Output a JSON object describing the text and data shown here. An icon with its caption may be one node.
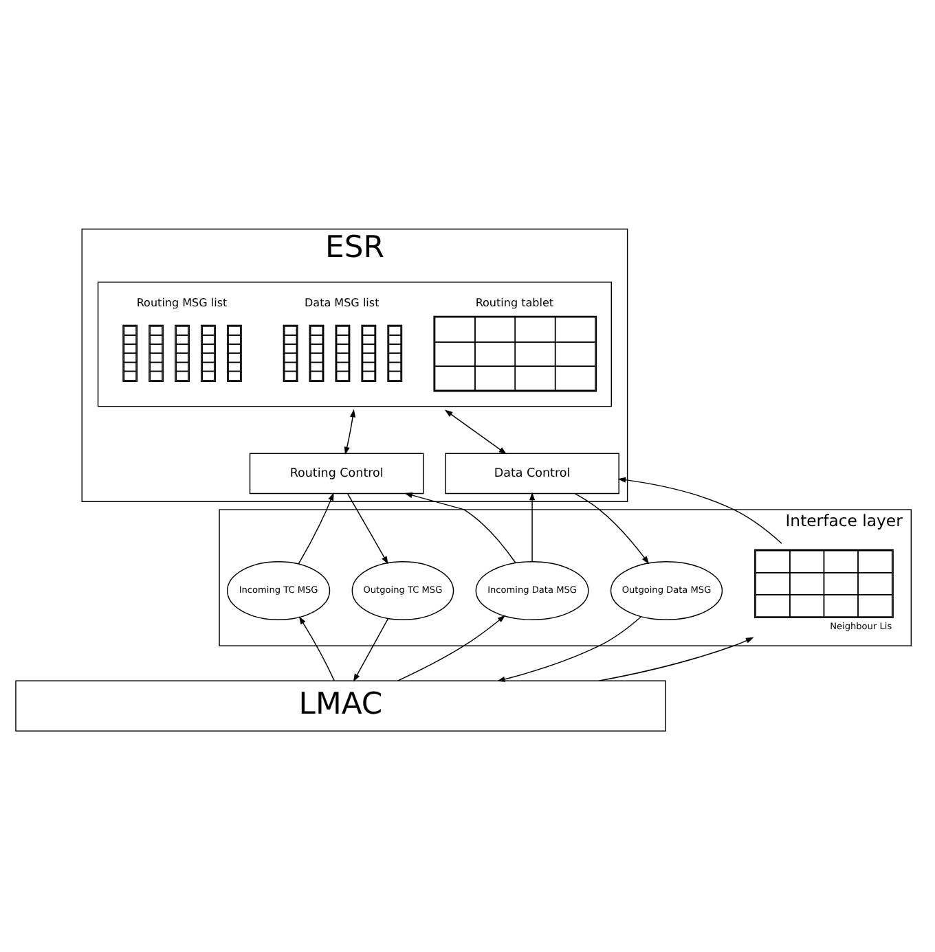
{
  "diagram": {
    "nodes": [
      {
        "text": [
          "ESR"
        ]
      },
      {
        "text": [
          "Routing MSG list",
          "Data MSG list",
          "Routing tablet"
        ],
        "in": 0
      },
      {
        "text": [
          "Routing Control"
        ],
        "in": 0
      },
      {
        "text": [
          "Data Control"
        ],
        "in": 0
      },
      {
        "text": [
          "Interface layer"
        ]
      },
      {
        "text": [
          "Incoming TC MSG"
        ],
        "in": 4
      },
      {
        "text": [
          "Outgoing TC MSG"
        ],
        "in": 4
      },
      {
        "text": [
          "Incoming Data MSG"
        ],
        "in": 4
      },
      {
        "text": [
          "Outgoing Data MSG"
        ],
        "in": 4
      },
      {
        "text": [],
        "shape": "box",
        "beside": [
          "Neighbour Lis"
        ],
        "in": 4
      },
      {
        "text": [
          "LMAC"
        ]
      }
    ],
    "edges": [
      {
        "from": 1,
        "to": 2,
        "arrow": "both"
      },
      {
        "from": 1,
        "to": 3,
        "arrow": "both"
      },
      {
        "from": 5,
        "to": 2,
        "arrow": "to"
      },
      {
        "from": 2,
        "to": 6,
        "arrow": "to"
      },
      {
        "from": 7,
        "to": 2,
        "arrow": "to"
      },
      {
        "from": 7,
        "to": 3,
        "arrow": "to"
      },
      {
        "from": 3,
        "to": 8,
        "arrow": "to"
      },
      {
        "from": 9,
        "to": 3,
        "arrow": "to"
      },
      {
        "from": 10,
        "to": 5,
        "arrow": "to"
      },
      {
        "from": 6,
        "to": 10,
        "arrow": "to"
      },
      {
        "from": 10,
        "to": 7,
        "arrow": "to"
      },
      {
        "from": 8,
        "to": 10,
        "arrow": "to"
      },
      {
        "from": 10,
        "to": 9,
        "arrow": "to"
      }
    ]
  }
}
